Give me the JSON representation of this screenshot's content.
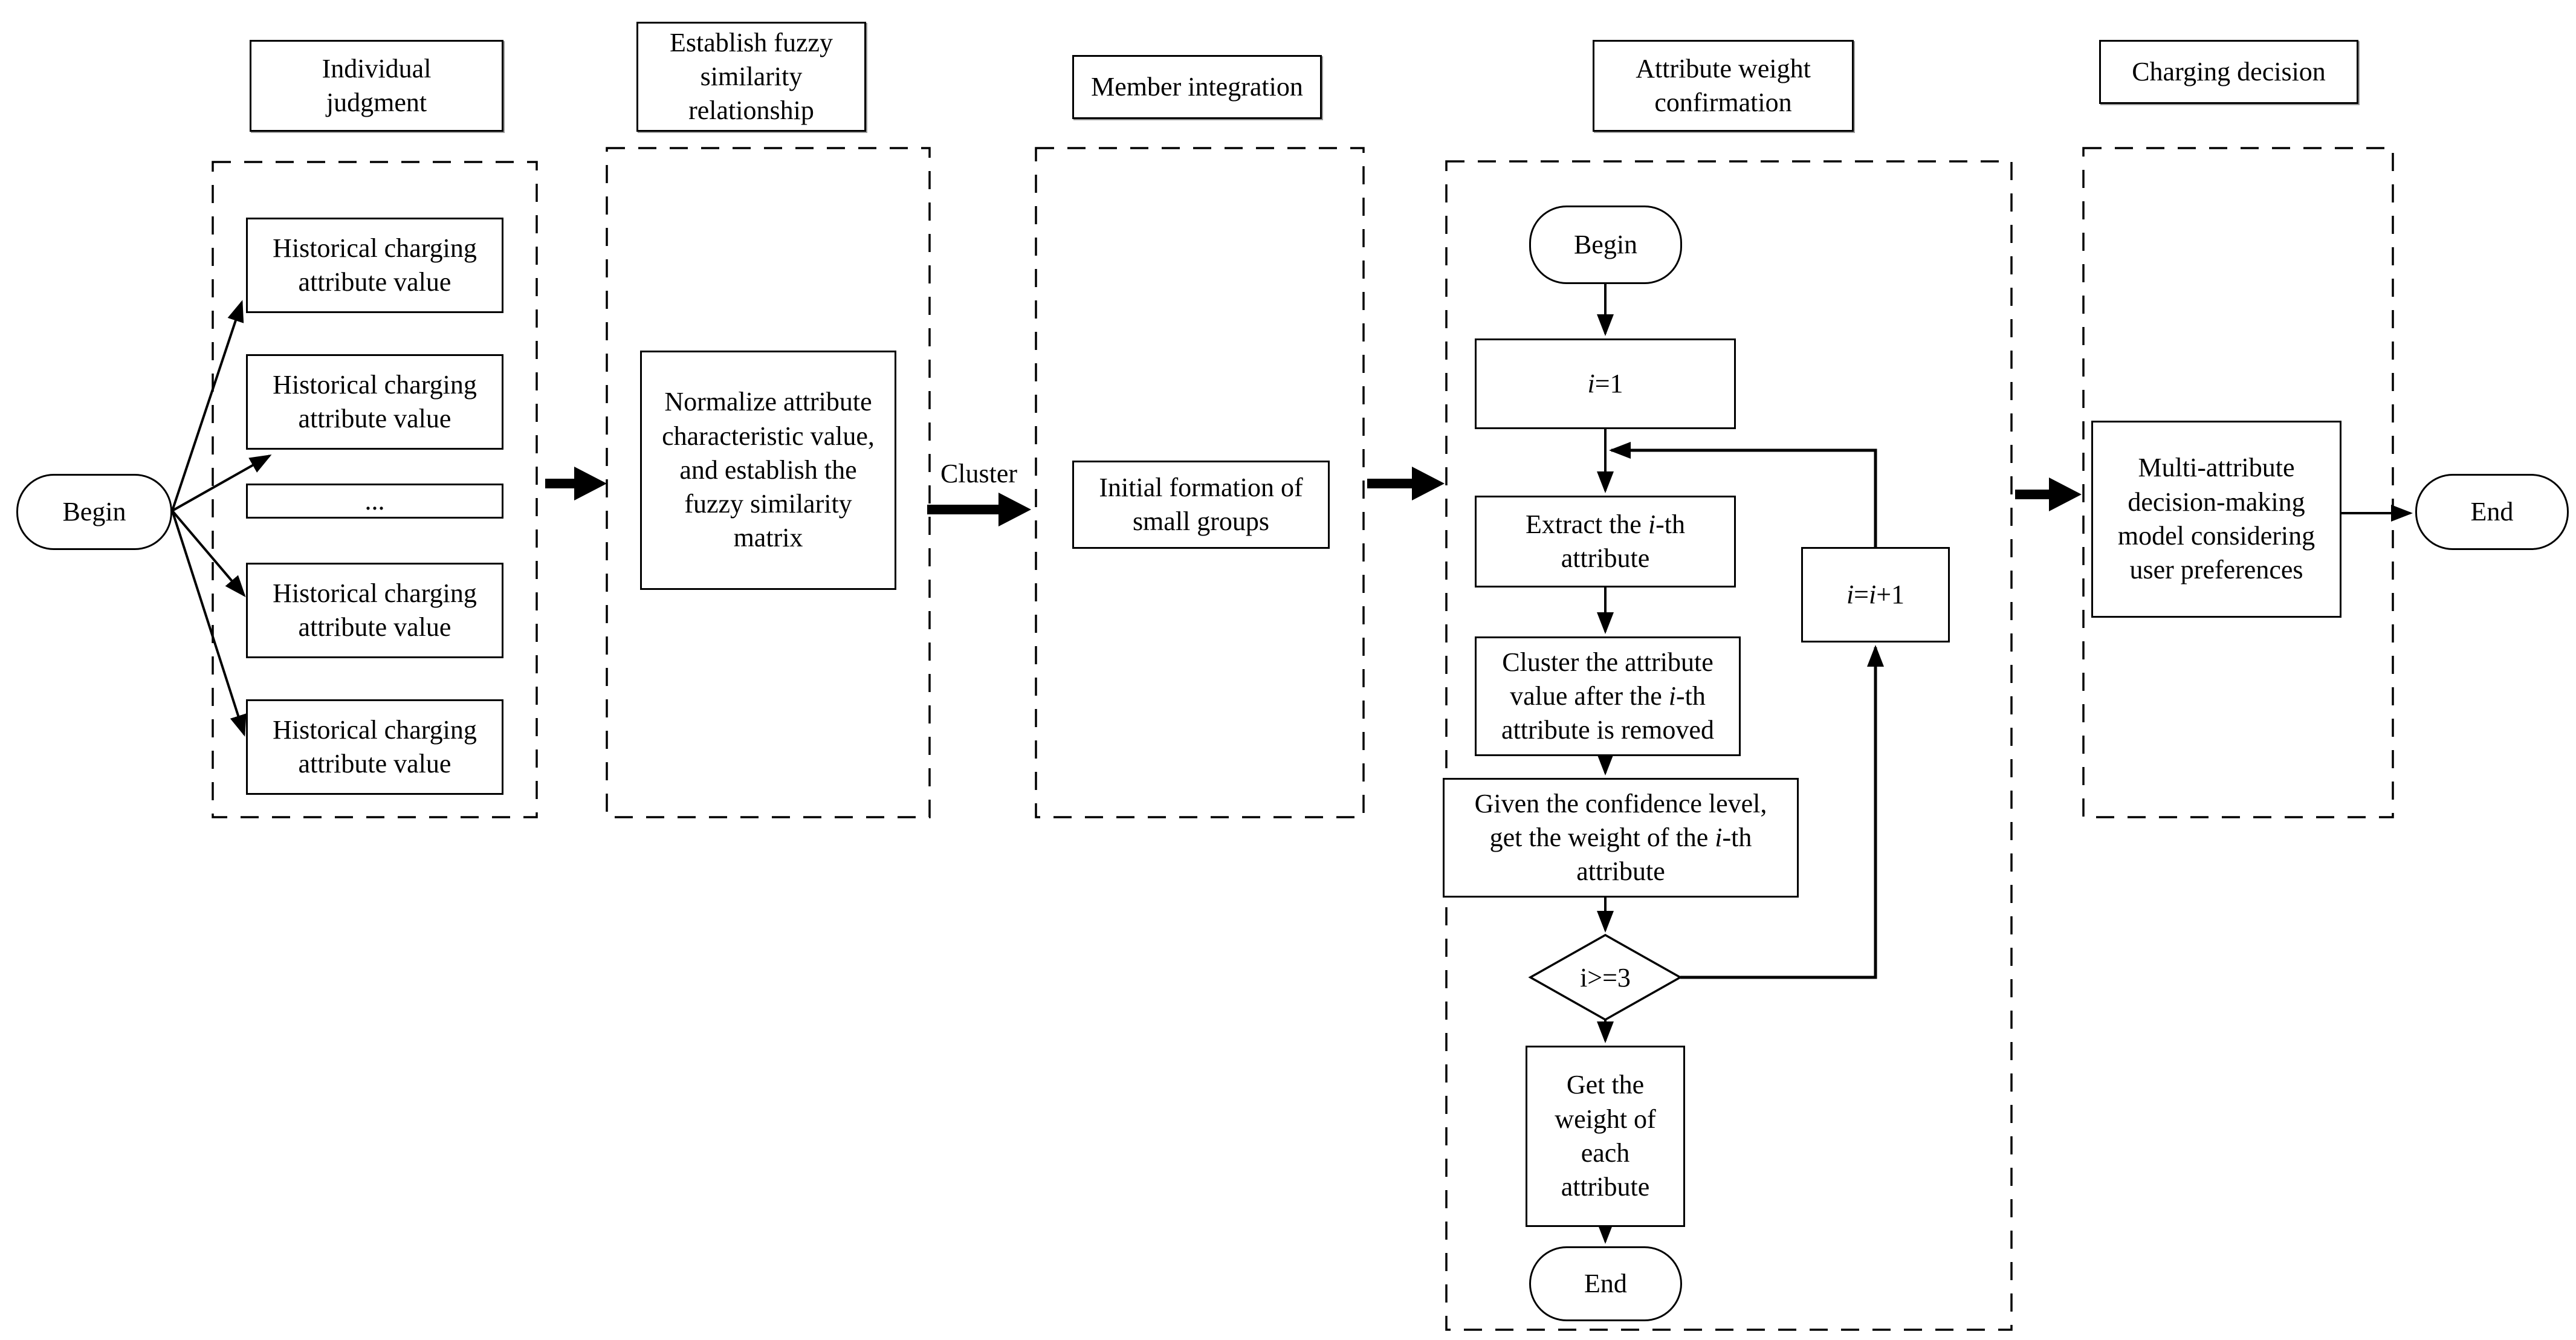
{
  "phases": {
    "individual": {
      "title": [
        "Individual",
        "judgment"
      ],
      "begin": "Begin",
      "boxes": [
        [
          "Historical charging",
          "attribute value"
        ],
        [
          "Historical charging",
          "attribute value"
        ],
        [
          "..."
        ],
        [
          "Historical charging",
          "attribute value"
        ],
        [
          "Historical charging",
          "attribute value"
        ]
      ]
    },
    "fuzzy": {
      "title": [
        "Establish fuzzy",
        "similarity",
        "relationship"
      ],
      "normalize": [
        "Normalize attribute",
        "characteristic value,",
        "and establish the",
        "fuzzy similarity",
        "matrix"
      ],
      "cluster_label": "Cluster"
    },
    "member": {
      "title": [
        "Member integration"
      ],
      "initial": [
        "Initial formation of",
        "small groups"
      ]
    },
    "weight": {
      "title": [
        "Attribute weight",
        "confirmation"
      ],
      "begin": "Begin",
      "set_i": [
        {
          "t": "i",
          "i": true
        },
        {
          "t": "=1"
        }
      ],
      "extract": [
        [
          {
            "t": "Extract the "
          },
          {
            "t": "i",
            "i": true
          },
          {
            "t": "-th"
          }
        ],
        [
          {
            "t": "attribute"
          }
        ]
      ],
      "cluster": [
        [
          {
            "t": "Cluster the attribute"
          }
        ],
        [
          {
            "t": "value after the "
          },
          {
            "t": "i",
            "i": true
          },
          {
            "t": "-th"
          }
        ],
        [
          {
            "t": "attribute is removed"
          }
        ]
      ],
      "given": [
        [
          {
            "t": "Given the confidence level,"
          }
        ],
        [
          {
            "t": "get the weight of the "
          },
          {
            "t": "i",
            "i": true
          },
          {
            "t": "-th"
          }
        ],
        [
          {
            "t": "attribute"
          }
        ]
      ],
      "decision": "i>=3",
      "increment": [
        {
          "t": "i",
          "i": true
        },
        {
          "t": "="
        },
        {
          "t": "i",
          "i": true
        },
        {
          "t": "+1"
        }
      ],
      "get_weight": [
        "Get the",
        "weight of",
        "each",
        "attribute"
      ],
      "end": "End"
    },
    "charging": {
      "title": [
        "Charging decision"
      ],
      "model": [
        "Multi-attribute",
        "decision-making",
        "model considering",
        "user preferences"
      ],
      "end": "End"
    }
  },
  "colors": {
    "line": "#000000",
    "background": "#ffffff"
  }
}
